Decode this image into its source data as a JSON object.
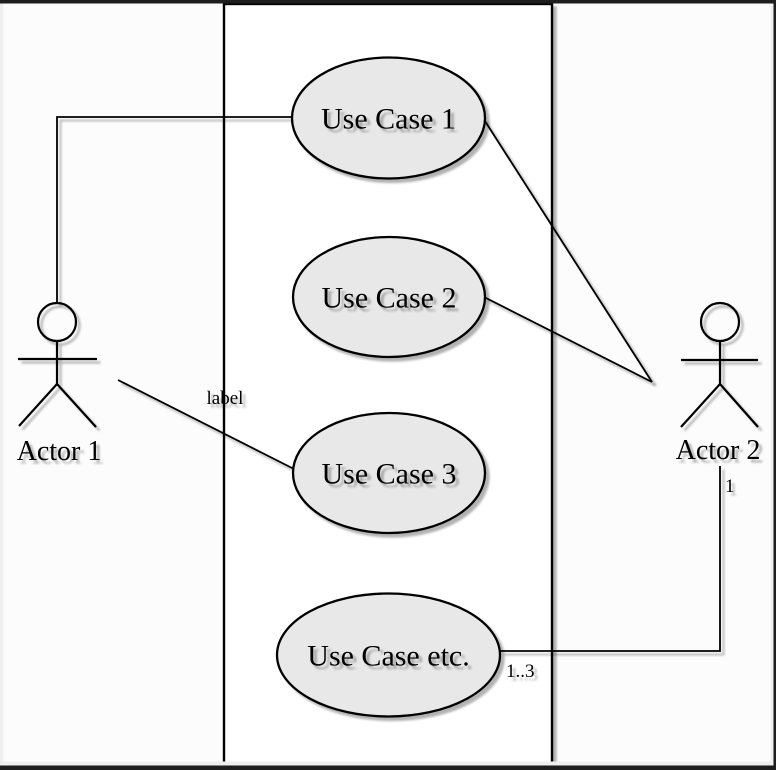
{
  "diagram_type": "uml-use-case-diagram",
  "system_boundary": {
    "title": ""
  },
  "use_cases": [
    {
      "id": "uc1",
      "label": "Use Case 1"
    },
    {
      "id": "uc2",
      "label": "Use Case 2"
    },
    {
      "id": "uc3",
      "label": "Use Case 3"
    },
    {
      "id": "uc-etc",
      "label": "Use Case etc."
    }
  ],
  "actors": [
    {
      "id": "actor1",
      "label": "Actor 1"
    },
    {
      "id": "actor2",
      "label": "Actor 2"
    }
  ],
  "associations": [
    {
      "from": "Actor 1",
      "to": "Use Case 1",
      "label": ""
    },
    {
      "from": "Actor 1",
      "to": "Use Case 3",
      "label": "label"
    },
    {
      "from": "Use Case 1",
      "to": "Actor 2",
      "label": ""
    },
    {
      "from": "Use Case 2",
      "to": "Actor 2",
      "label": ""
    },
    {
      "from": "Actor 2",
      "to": "Use Case etc.",
      "label": "",
      "source_multiplicity": "1",
      "target_multiplicity": "1..3"
    }
  ],
  "colors": {
    "ellipse_fill": "#e8e8e8",
    "stroke": "#000000",
    "boundary_fill": "#ffffff",
    "background": "#fcfcfc",
    "frame_dark": "#1e1e1e",
    "frame_light": "#efefef"
  }
}
